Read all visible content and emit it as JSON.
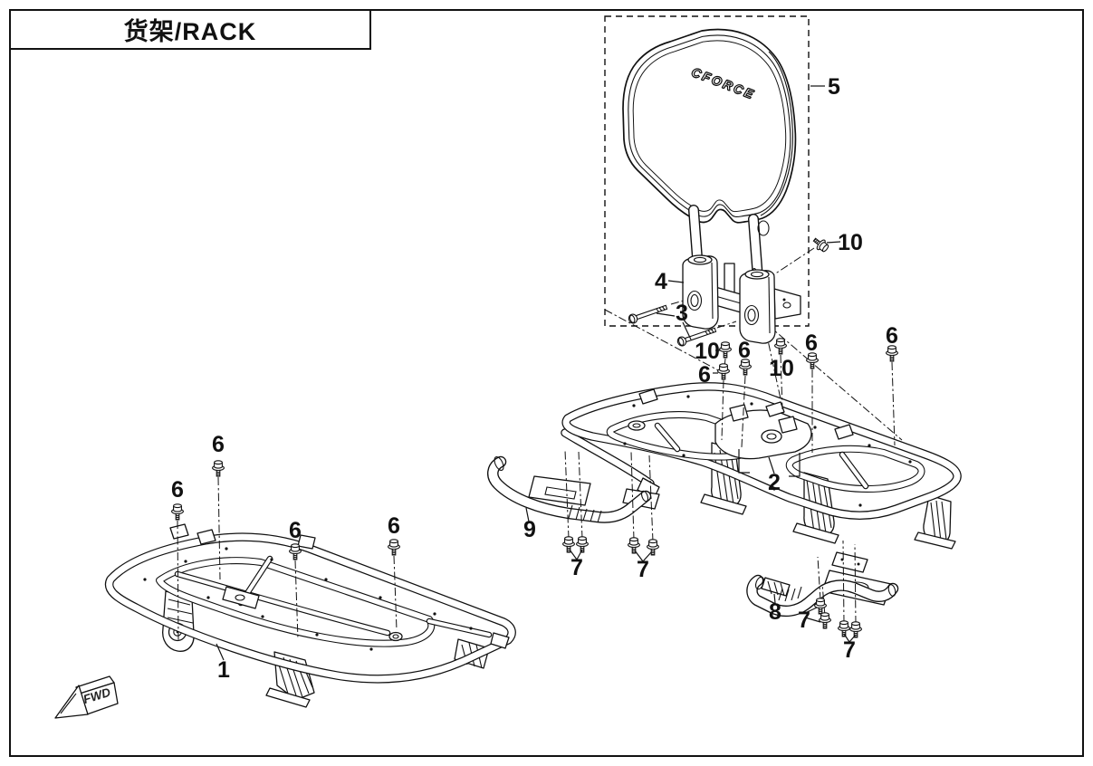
{
  "page": {
    "title": "货架/RACK"
  },
  "diagram": {
    "logo_text": "CFORCE",
    "direction_label": "FWD",
    "callouts": [
      "1",
      "2",
      "3",
      "4",
      "5",
      "6",
      "6",
      "6",
      "6",
      "6",
      "6",
      "6",
      "6",
      "7",
      "7",
      "7",
      "7",
      "8",
      "9",
      "10",
      "10",
      "10"
    ]
  }
}
